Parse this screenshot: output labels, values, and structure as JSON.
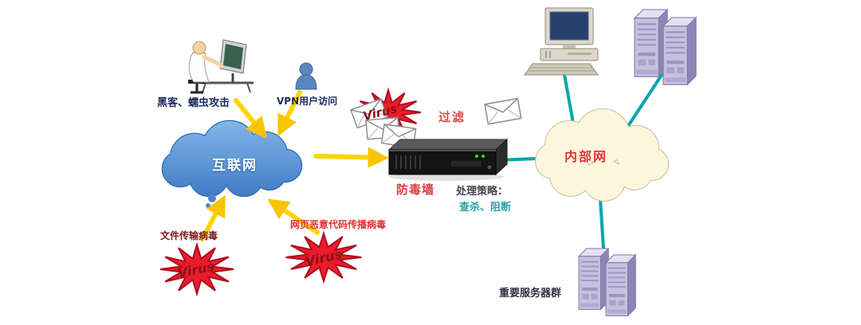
{
  "labels": {
    "hacker_attack": "黑客、蠕虫攻击",
    "vpn_access": "VPN用户访问",
    "internet": "互联网",
    "virus": "Virus",
    "filter": "过滤",
    "antivirus_wall": "防毒墙",
    "strategy_title": "处理策略：",
    "strategy_actions": "查杀、阻断",
    "intranet": "内部网",
    "file_virus": "文件传输病毒",
    "web_virus": "网页恶意代码传播病毒",
    "server_group": "重要服务器群"
  },
  "colors": {
    "internet_cloud": "#3c78c2",
    "intranet_cloud": "#fcf6dd",
    "arrow_yellow": "#ffd400",
    "link_teal": "#00a5ad",
    "virus_burst_red": "#ea1c2c",
    "virus_text_red": "#8b1212",
    "label_red": "#d93a3a",
    "label_teal": "#2da3a8",
    "label_dark": "#1c2a5e"
  },
  "icons": {
    "hacker": "person-at-computer",
    "vpn_user": "person-silhouette",
    "mail": "envelope",
    "virus": "starburst",
    "firewall": "rack-appliance",
    "workstation": "desktop-computer",
    "server": "server-tower"
  }
}
